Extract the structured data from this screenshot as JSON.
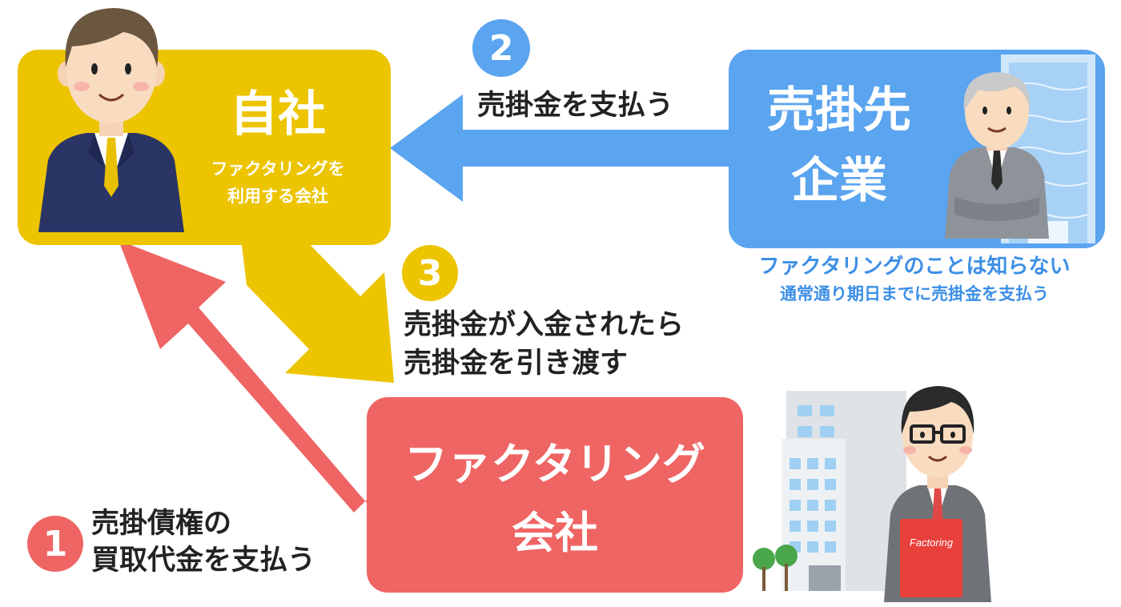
{
  "colors": {
    "jisha": "#ecc400",
    "urikakesaki": "#5aa4f0",
    "factoring": "#ef6563",
    "badge_red": "#ef6563",
    "badge_blue": "#5aa4f0",
    "badge_yellow": "#ecc400",
    "note_blue": "#3d8fe6",
    "text_dark": "#222222"
  },
  "nodes": {
    "jisha": {
      "title": "自社",
      "subtitle_line1": "ファクタリングを",
      "subtitle_line2": "利用する会社"
    },
    "urikakesaki": {
      "title_line1": "売掛先",
      "title_line2": "企業",
      "note_line1": "ファクタリングのことは知らない",
      "note_line2": "通常通り期日までに売掛金を支払う"
    },
    "factoring": {
      "title_line1": "ファクタリング",
      "title_line2": "会社",
      "folder_label": "Factoring"
    }
  },
  "steps": [
    {
      "number": "1",
      "line1": "売掛債権の",
      "line2": "買取代金を支払う"
    },
    {
      "number": "2",
      "line1": "売掛金を支払う"
    },
    {
      "number": "3",
      "line1": "売掛金が入金されたら",
      "line2": "売掛金を引き渡す"
    }
  ],
  "icons": {
    "jisha_person": "businessman-icon",
    "urikakesaki_person": "senior-businessman-icon",
    "urikakesaki_building": "skyscraper-icon",
    "factoring_person": "glasses-businessman-icon",
    "factoring_building": "office-building-icon"
  }
}
